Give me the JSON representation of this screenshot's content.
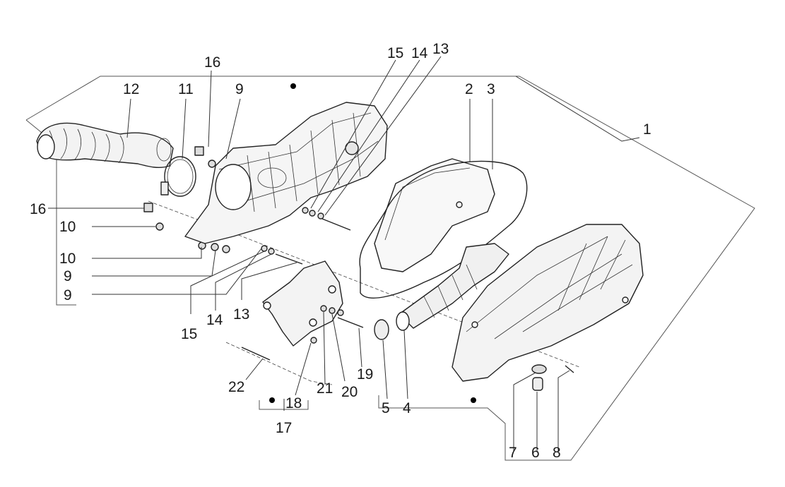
{
  "callouts": [
    {
      "id": "c1",
      "text": "1"
    },
    {
      "id": "c2",
      "text": "2"
    },
    {
      "id": "c3",
      "text": "3"
    },
    {
      "id": "c4",
      "text": "4"
    },
    {
      "id": "c5",
      "text": "5"
    },
    {
      "id": "c6",
      "text": "6"
    },
    {
      "id": "c7",
      "text": "7"
    },
    {
      "id": "c8",
      "text": "8"
    },
    {
      "id": "c9a",
      "text": "9"
    },
    {
      "id": "c9b",
      "text": "9"
    },
    {
      "id": "c9c",
      "text": "9"
    },
    {
      "id": "c10a",
      "text": "10"
    },
    {
      "id": "c10b",
      "text": "10"
    },
    {
      "id": "c11",
      "text": "11"
    },
    {
      "id": "c12",
      "text": "12"
    },
    {
      "id": "c13a",
      "text": "13"
    },
    {
      "id": "c13b",
      "text": "13"
    },
    {
      "id": "c14a",
      "text": "14"
    },
    {
      "id": "c14b",
      "text": "14"
    },
    {
      "id": "c15a",
      "text": "15"
    },
    {
      "id": "c15b",
      "text": "15"
    },
    {
      "id": "c16a",
      "text": "16"
    },
    {
      "id": "c16b",
      "text": "16"
    },
    {
      "id": "c17",
      "text": "17"
    },
    {
      "id": "c18",
      "text": "18"
    },
    {
      "id": "c19",
      "text": "19"
    },
    {
      "id": "c20",
      "text": "20"
    },
    {
      "id": "c21",
      "text": "21"
    },
    {
      "id": "c22",
      "text": "22"
    }
  ]
}
